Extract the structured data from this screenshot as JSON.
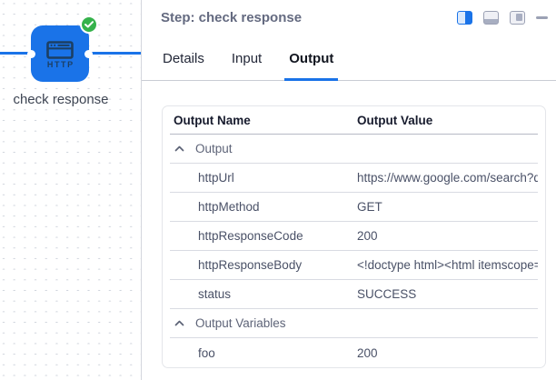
{
  "colors": {
    "accent_blue": "#1a73e8",
    "badge_green": "#35b24b",
    "node_blue": "#1a73e8"
  },
  "canvas": {
    "node": {
      "label": "check response",
      "icon_text": "HTTP",
      "status": "success"
    }
  },
  "panel": {
    "title": "Step: check response",
    "controls": [
      {
        "name": "dock-right-icon",
        "active": true
      },
      {
        "name": "dock-bottom-icon",
        "active": false
      },
      {
        "name": "float-panel-icon",
        "active": false
      },
      {
        "name": "collapse-icon",
        "active": false
      }
    ],
    "tabs": [
      {
        "label": "Details",
        "active": false
      },
      {
        "label": "Input",
        "active": false
      },
      {
        "label": "Output",
        "active": true
      }
    ],
    "table": {
      "columns": [
        "Output Name",
        "Output Value"
      ],
      "rows": [
        {
          "type": "group",
          "name": "Output",
          "collapsed": false
        },
        {
          "type": "leaf",
          "name": "httpUrl",
          "value": "https://www.google.com/search?q="
        },
        {
          "type": "leaf",
          "name": "httpMethod",
          "value": "GET"
        },
        {
          "type": "leaf",
          "name": "httpResponseCode",
          "value": "200"
        },
        {
          "type": "leaf",
          "name": "httpResponseBody",
          "value": "<!doctype html><html itemscope=\""
        },
        {
          "type": "leaf",
          "name": "status",
          "value": "SUCCESS"
        },
        {
          "type": "group",
          "name": "Output Variables",
          "collapsed": false
        },
        {
          "type": "leaf",
          "name": "foo",
          "value": "200"
        }
      ]
    }
  }
}
